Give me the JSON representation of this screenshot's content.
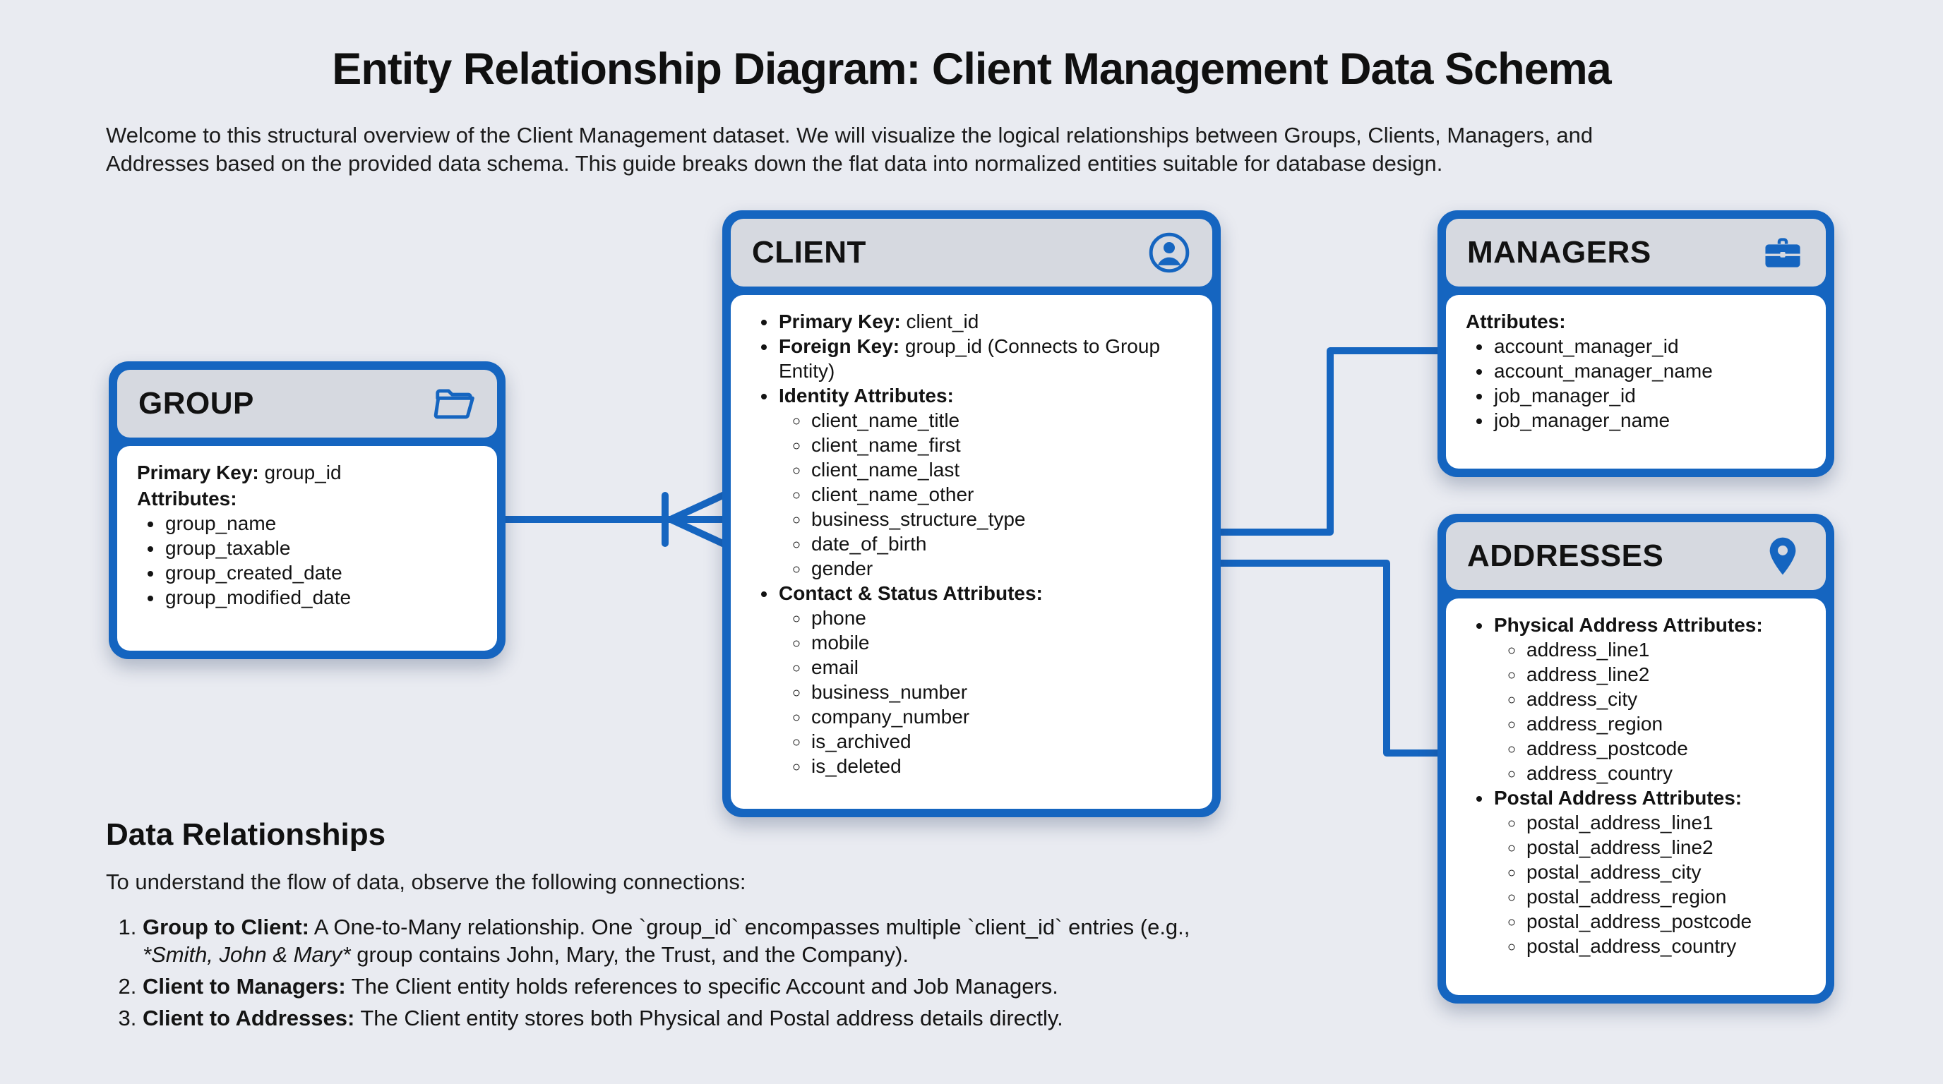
{
  "colors": {
    "accent": "#1565c0",
    "header_bg": "#d6d9e0",
    "page_bg": "#e9ebf1",
    "text": "#141414"
  },
  "page": {
    "title": "Entity Relationship Diagram: Client Management Data Schema",
    "intro_line1": "Welcome to this structural overview of the Client Management dataset. We will visualize the logical relationships between Groups, Clients, Managers, and",
    "intro_line2": "Addresses based on the provided data schema. This guide breaks down the flat data into normalized entities suitable for database design."
  },
  "entities": {
    "group": {
      "name": "GROUP",
      "icon": "folder-open-icon",
      "pk_label": "Primary Key:",
      "pk_value": "group_id",
      "attrs_label": "Attributes:",
      "attrs": [
        "group_name",
        "group_taxable",
        "group_created_date",
        "group_modified_date"
      ]
    },
    "client": {
      "name": "CLIENT",
      "icon": "person-icon",
      "pk_label": "Primary Key:",
      "pk_value": "client_id",
      "fk_label": "Foreign Key:",
      "fk_value": "group_id (Connects to Group Entity)",
      "identity_label": "Identity Attributes:",
      "identity_attrs": [
        "client_name_title",
        "client_name_first",
        "client_name_last",
        "client_name_other",
        "business_structure_type",
        "date_of_birth",
        "gender"
      ],
      "contact_label": "Contact & Status Attributes:",
      "contact_attrs": [
        "phone",
        "mobile",
        "email",
        "business_number",
        "company_number",
        "is_archived",
        "is_deleted"
      ]
    },
    "managers": {
      "name": "MANAGERS",
      "icon": "briefcase-icon",
      "attrs_label": "Attributes:",
      "attrs": [
        "account_manager_id",
        "account_manager_name",
        "job_manager_id",
        "job_manager_name"
      ]
    },
    "addresses": {
      "name": "ADDRESSES",
      "icon": "map-pin-icon",
      "physical_label": "Physical Address Attributes:",
      "physical_attrs": [
        "address_line1",
        "address_line2",
        "address_city",
        "address_region",
        "address_postcode",
        "address_country"
      ],
      "postal_label": "Postal Address Attributes:",
      "postal_attrs": [
        "postal_address_line1",
        "postal_address_line2",
        "postal_address_city",
        "postal_address_region",
        "postal_address_postcode",
        "postal_address_country"
      ]
    }
  },
  "relationships": {
    "heading": "Data Relationships",
    "intro": "To understand the flow of data, observe the following connections:",
    "items": [
      {
        "title": "Group to Client:",
        "text": " A One-to-Many relationship. One `group_id` encompasses multiple `client_id` entries (e.g., ",
        "emph": "*Smith, John & Mary*",
        "text2": " group contains John, Mary, the Trust, and the Company)."
      },
      {
        "title": "Client to Managers:",
        "text": " The Client entity holds references to specific Account and Job Managers."
      },
      {
        "title": "Client to Addresses:",
        "text": " The Client entity stores both Physical and Postal address details directly."
      }
    ]
  }
}
